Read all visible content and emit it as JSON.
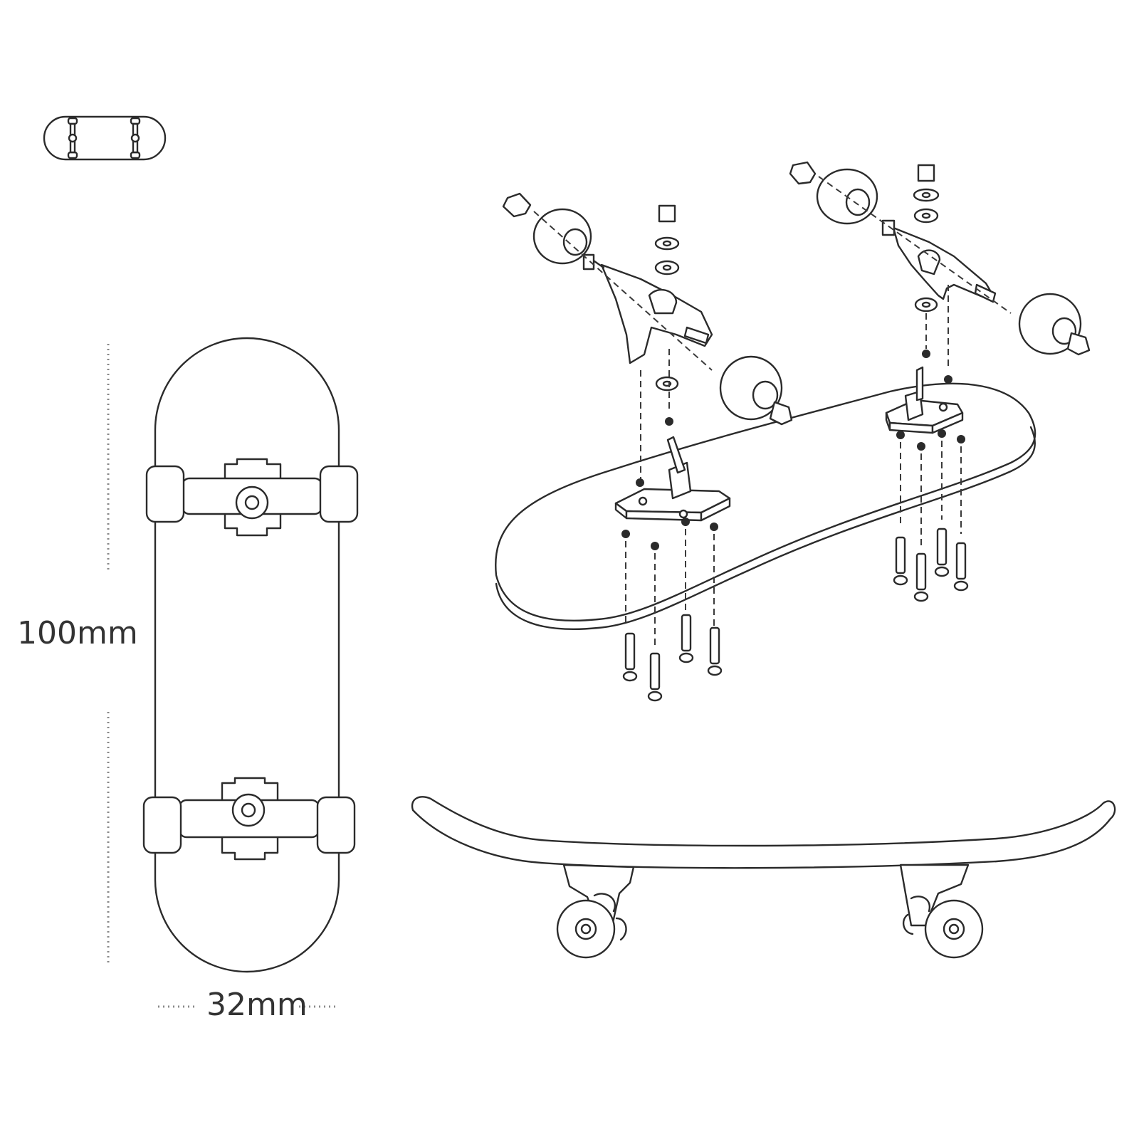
{
  "dimensions": {
    "length_label": "100mm",
    "width_label": "32mm"
  },
  "colors": {
    "line": "#2b2b2b",
    "dimension_line": "#8a8a8a",
    "background": "#ffffff"
  },
  "views": [
    "mini-icon",
    "top-view",
    "exploded-view",
    "side-view"
  ]
}
